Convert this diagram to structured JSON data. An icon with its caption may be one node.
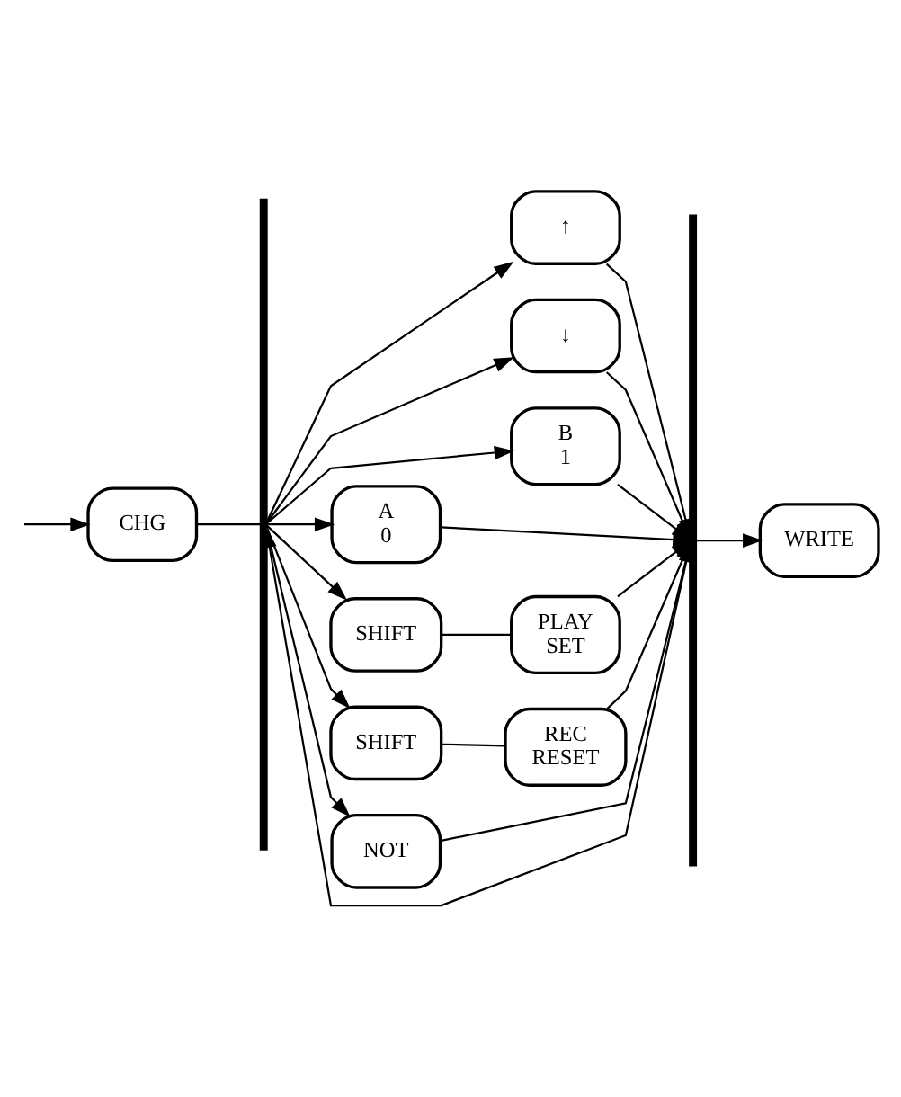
{
  "diagram": {
    "nodes": [
      {
        "text": [
          "CHG"
        ]
      },
      {
        "text": [],
        "shape": "bar"
      },
      {
        "text": [
          "↑"
        ]
      },
      {
        "text": [
          "↓"
        ]
      },
      {
        "text": [
          "B",
          "1"
        ]
      },
      {
        "text": [
          "A",
          "0"
        ]
      },
      {
        "text": [
          "SHIFT"
        ]
      },
      {
        "text": [
          "PLAY",
          "SET"
        ]
      },
      {
        "text": [
          "SHIFT"
        ]
      },
      {
        "text": [
          "REC",
          "RESET"
        ]
      },
      {
        "text": [
          "NOT"
        ]
      },
      {
        "text": [],
        "shape": "bar"
      },
      {
        "text": [
          "WRITE"
        ]
      }
    ],
    "edges": [
      {
        "from": null,
        "to": 0,
        "arrow": "to"
      },
      {
        "from": 0,
        "to": 1,
        "arrow": "none"
      },
      {
        "from": 1,
        "to": 2,
        "arrow": "to"
      },
      {
        "from": 1,
        "to": 3,
        "arrow": "to"
      },
      {
        "from": 1,
        "to": 4,
        "arrow": "to"
      },
      {
        "from": 1,
        "to": 5,
        "arrow": "to"
      },
      {
        "from": 1,
        "to": 6,
        "arrow": "to"
      },
      {
        "from": 1,
        "to": 8,
        "arrow": "to"
      },
      {
        "from": 1,
        "to": 10,
        "arrow": "to"
      },
      {
        "from": 6,
        "to": 7,
        "arrow": "none"
      },
      {
        "from": 8,
        "to": 9,
        "arrow": "none"
      },
      {
        "from": 2,
        "to": 11,
        "arrow": "to"
      },
      {
        "from": 3,
        "to": 11,
        "arrow": "to"
      },
      {
        "from": 4,
        "to": 11,
        "arrow": "to"
      },
      {
        "from": 5,
        "to": 11,
        "arrow": "to"
      },
      {
        "from": 7,
        "to": 11,
        "arrow": "to"
      },
      {
        "from": 9,
        "to": 11,
        "arrow": "to"
      },
      {
        "from": 10,
        "to": 11,
        "arrow": "to"
      },
      {
        "from": 11,
        "to": 12,
        "arrow": "to"
      },
      {
        "from": 11,
        "to": 1,
        "arrow": "to"
      }
    ]
  }
}
